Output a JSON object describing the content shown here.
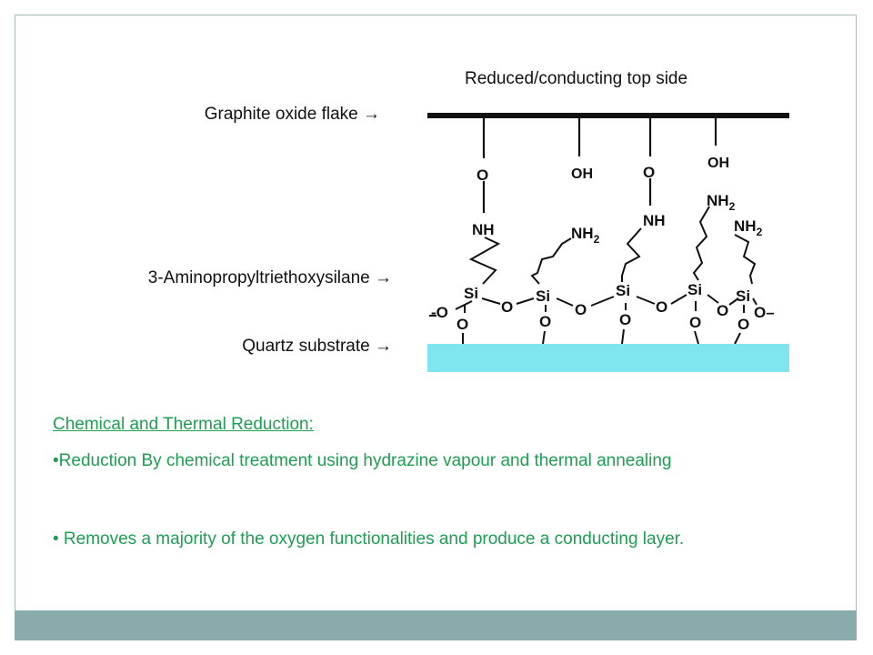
{
  "labels": {
    "top_side": "Reduced/conducting top side",
    "flake": "Graphite oxide flake →",
    "silane": "3-Aminopropyltriethoxysilane →",
    "substrate": "Quartz substrate →"
  },
  "chem": {
    "oxygen": "O",
    "hydroxyl": "OH",
    "amine": "NH",
    "amino": "NH",
    "subscript_2": "2",
    "silicon": "Si",
    "dash_o": "-O",
    "o_dash": "O–"
  },
  "text": {
    "heading": "Chemical and Thermal Reduction:",
    "bullet1": "•Reduction By chemical treatment using hydrazine vapour and thermal annealing",
    "bullet2": "• Removes a majority of the oxygen functionalities and produce a conducting layer."
  },
  "colors": {
    "text_green": "#1e9e52",
    "substrate_cyan": "#7fe6f0",
    "footer_bar": "#8aabab"
  }
}
